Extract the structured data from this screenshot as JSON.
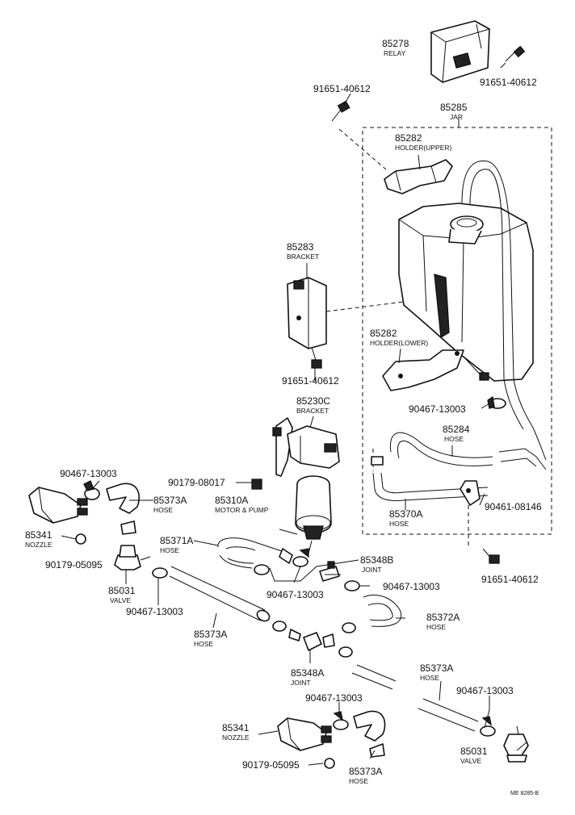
{
  "callouts": [
    {
      "id": "relay",
      "part": "85278",
      "name": "RELAY"
    },
    {
      "id": "screw-relay",
      "part": "91651-40612",
      "name": ""
    },
    {
      "id": "screw-top",
      "part": "91651-40612",
      "name": ""
    },
    {
      "id": "jar",
      "part": "85285",
      "name": "JAR"
    },
    {
      "id": "holder-upper",
      "part": "85282",
      "name": "HOLDER(UPPER)"
    },
    {
      "id": "bracket",
      "part": "85283",
      "name": "BRACKET"
    },
    {
      "id": "screw-bracket",
      "part": "91651-40612",
      "name": ""
    },
    {
      "id": "holder-lower",
      "part": "85282",
      "name": "HOLDER(LOWER)"
    },
    {
      "id": "clamp-jar",
      "part": "90467-13003",
      "name": ""
    },
    {
      "id": "bracket-c",
      "part": "85230C",
      "name": "BRACKET"
    },
    {
      "id": "hose-85284",
      "part": "85284",
      "name": "HOSE"
    },
    {
      "id": "clamp-left-top",
      "part": "90467-13003",
      "name": ""
    },
    {
      "id": "nut-mid",
      "part": "90179-08017",
      "name": ""
    },
    {
      "id": "hose-left-short",
      "part": "85373A",
      "name": "HOSE"
    },
    {
      "id": "motor-pump",
      "part": "85310A",
      "name": "MOTOR & PUMP"
    },
    {
      "id": "hose-85370A",
      "part": "85370A",
      "name": "HOSE"
    },
    {
      "id": "clamp-08146",
      "part": "90461-08146",
      "name": ""
    },
    {
      "id": "nozzle-left",
      "part": "85341",
      "name": "NOZZLE"
    },
    {
      "id": "hose-85371A",
      "part": "85371A",
      "name": "HOSE"
    },
    {
      "id": "nut-left",
      "part": "90179-05095",
      "name": ""
    },
    {
      "id": "joint-b",
      "part": "85348B",
      "name": "JOINT"
    },
    {
      "id": "screw-bottom-right",
      "part": "91651-40612",
      "name": ""
    },
    {
      "id": "valve-left",
      "part": "85031",
      "name": "VALVE"
    },
    {
      "id": "clamp-left-valve",
      "part": "90467-13003",
      "name": ""
    },
    {
      "id": "clamp-center",
      "part": "90467-13003",
      "name": ""
    },
    {
      "id": "clamp-joint-b",
      "part": "90467-13003",
      "name": ""
    },
    {
      "id": "hose-long-left",
      "part": "85373A",
      "name": "HOSE"
    },
    {
      "id": "hose-85372A",
      "part": "85372A",
      "name": "HOSE"
    },
    {
      "id": "joint-a",
      "part": "85348A",
      "name": "JOINT"
    },
    {
      "id": "hose-long-right",
      "part": "85373A",
      "name": "HOSE"
    },
    {
      "id": "clamp-bottom-center",
      "part": "90467-13003",
      "name": ""
    },
    {
      "id": "clamp-bottom-right",
      "part": "90467-13003",
      "name": ""
    },
    {
      "id": "nozzle-bottom",
      "part": "85341",
      "name": "NOZZLE"
    },
    {
      "id": "valve-right",
      "part": "85031",
      "name": "VALVE"
    },
    {
      "id": "nut-bottom",
      "part": "90179-05095",
      "name": ""
    },
    {
      "id": "hose-bottom-short",
      "part": "85373A",
      "name": "HOSE"
    }
  ],
  "figure_code": "ME 8285-B"
}
